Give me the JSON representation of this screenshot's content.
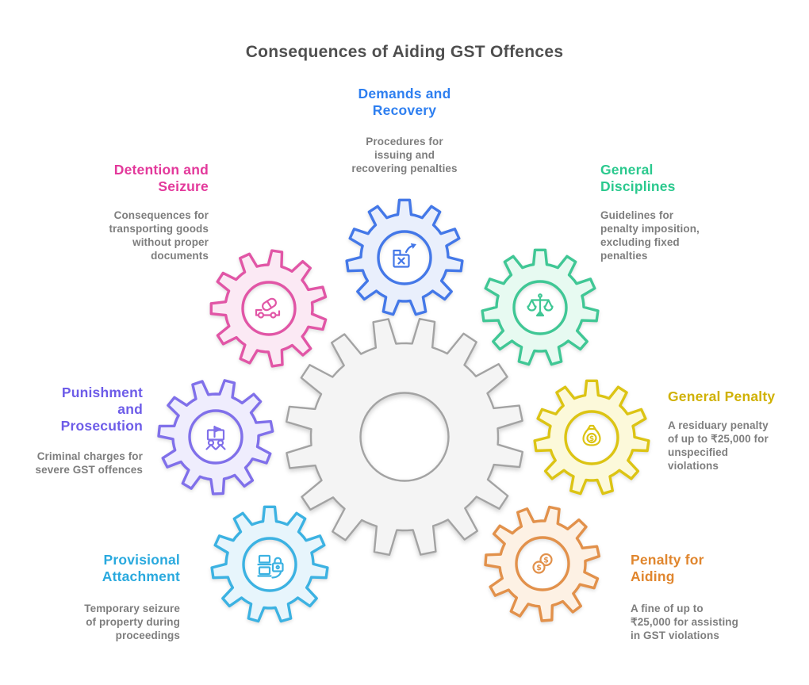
{
  "title": "Consequences of Aiding GST Offences",
  "colors": {
    "title": "#4f4f4f",
    "body_text": "#7e7e7e",
    "center_gear_fill": "#f4f4f4",
    "center_gear_stroke": "#a3a3a3"
  },
  "sections": {
    "demands": {
      "heading_lines": [
        "Demands and",
        "Recovery"
      ],
      "desc_lines": [
        "Procedures for",
        "issuing and",
        "recovering penalties"
      ],
      "heading_color": "#2e7ff0",
      "gear_stroke": "#4478e8",
      "gear_fill": "#e9effc",
      "icon": "open-crate-recovery-arrow-icon"
    },
    "detention": {
      "heading_lines": [
        "Detention and",
        "Seizure"
      ],
      "desc_lines": [
        "Consequences for",
        "transporting goods",
        "without proper",
        "documents"
      ],
      "heading_color": "#e3399b",
      "gear_stroke": "#e156a6",
      "gear_fill": "#fbe9f4",
      "icon": "truck-capsule-icon"
    },
    "disciplines": {
      "heading_lines": [
        "General",
        "Disciplines"
      ],
      "desc_lines": [
        "Guidelines for",
        "penalty imposition,",
        "excluding fixed",
        "penalties"
      ],
      "heading_color": "#2bc98e",
      "gear_stroke": "#40c795",
      "gear_fill": "#e7faf1",
      "icon": "justice-scales-icon"
    },
    "punishment": {
      "heading_lines": [
        "Punishment",
        "and",
        "Prosecution"
      ],
      "desc_lines": [
        "Criminal charges for",
        "severe GST offences"
      ],
      "heading_color": "#6d5ce8",
      "gear_stroke": "#8070ea",
      "gear_fill": "#efedfd",
      "icon": "prosecution-people-flag-icon"
    },
    "general_penalty": {
      "heading_lines": [
        "General Penalty"
      ],
      "desc_lines": [
        "A residuary penalty",
        "of up to ₹25,000 for",
        "unspecified",
        "violations"
      ],
      "heading_color": "#d0b103",
      "gear_stroke": "#dcc414",
      "gear_fill": "#fcf9da",
      "icon": "money-bag-icon",
      "icon_glyph": "$"
    },
    "provisional": {
      "heading_lines": [
        "Provisional",
        "Attachment"
      ],
      "desc_lines": [
        "Temporary seizure",
        "of property during",
        "proceedings"
      ],
      "heading_color": "#29a9de",
      "gear_stroke": "#3cb2e2",
      "gear_fill": "#e7f5fc",
      "icon": "devices-lock-icon"
    },
    "aiding": {
      "heading_lines": [
        "Penalty for",
        "Aiding"
      ],
      "desc_lines": [
        "A fine of up to",
        "₹25,000 for assisting",
        "in GST violations"
      ],
      "heading_color": "#e0862e",
      "gear_stroke": "#e2914b",
      "gear_fill": "#fdf1e4",
      "icon": "coins-icon",
      "icon_glyph": "$"
    }
  }
}
